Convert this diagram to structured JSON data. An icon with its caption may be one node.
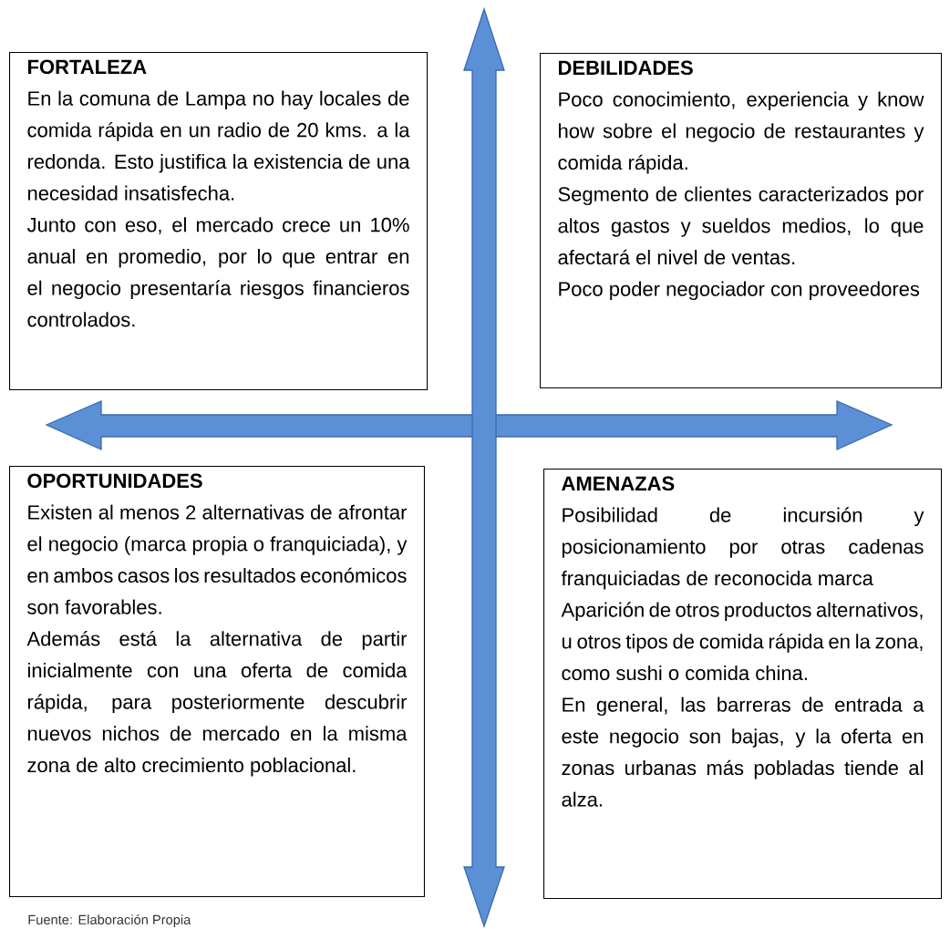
{
  "diagram": {
    "caption": "Fuente: Elaboración Propia",
    "nodes": [
      {
        "text": [
          "FORTALEZA",
          "En la comuna de Lampa no hay locales de comida rápida en un radio de 20 kms. a la redonda. Esto justifica la existencia de una necesidad insatisfecha.",
          "Junto con eso, el mercado crece un 10% anual en promedio, por lo que entrar en el negocio presentaría riesgos financieros controlados."
        ]
      },
      {
        "text": [
          "DEBILIDADES",
          "Poco conocimiento, experiencia y know how sobre el negocio de restaurantes y comida rápida.",
          "Segmento de clientes caracterizados por altos gastos y sueldos medios, lo que afectará el nivel de ventas.",
          "Poco poder negociador con proveedores"
        ]
      },
      {
        "text": [
          "OPORTUNIDADES",
          "Existen al menos 2 alternativas de afrontar el negocio (marca propia o franquiciada), y en ambos casos los resultados económicos son favorables.",
          "Además está la alternativa de partir inicialmente con una oferta de comida rápida, para posteriormente descubrir nuevos nichos de mercado en la misma zona de alto crecimiento poblacional."
        ]
      },
      {
        "text": [
          "AMENAZAS",
          "Posibilidad de incursión y posicionamiento por otras cadenas franquiciadas de reconocida marca",
          "Aparición de otros productos alternativos, u otros tipos de comida rápida en la zona, como sushi o comida china.",
          "En general, las barreras de entrada a este negocio son bajas, y la oferta en zonas urbanas más pobladas tiende al alza."
        ]
      }
    ]
  }
}
